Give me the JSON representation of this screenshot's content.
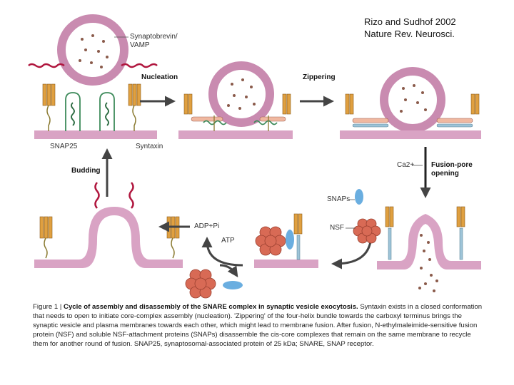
{
  "citation": {
    "line1": "Rizo and Sudhof 2002",
    "line2": "Nature Rev. Neurosci."
  },
  "labels": {
    "synaptobrevin": "Synaptobrevin/",
    "vamp": "VAMP",
    "nucleation": "Nucleation",
    "zippering": "Zippering",
    "snap25": "SNAP25",
    "syntaxin": "Syntaxin",
    "budding": "Budding",
    "ca": "Ca2+",
    "fusion_pore_1": "Fusion-pore",
    "fusion_pore_2": "opening",
    "snaps": "SNAPs",
    "nsf": "NSF",
    "adp": "ADP+Pi",
    "atp": "ATP"
  },
  "caption": {
    "figure_label": "Figure 1 |",
    "title": "Cycle of assembly and disassembly of the SNARE complex in synaptic vesicle exocytosis.",
    "text": "Syntaxin exists in a closed conformation that needs to open to initiate core-complex assembly (nucleation). 'Zippering' of the four-helix bundle towards the carboxyl terminus brings the synaptic vesicle and plasma membranes towards each other, which might lead to membrane fusion. After fusion, N-ethylmaleimide-sensitive fusion protein (NSF) and soluble NSF-attachment proteins (SNAPs) disassemble the cis-core complexes that remain on the same membrane to recycle them for another round of fusion. SNAP25, synaptosomal-associated protein of 25 kDa; SNARE, SNAP receptor."
  },
  "colors": {
    "vesicle_membrane": "#c98bb0",
    "vesicle_lumen": "#ffffff",
    "plasma_membrane": "#d9a3c4",
    "synaptobrevin": "#b0163e",
    "syntaxin": "#e0a040",
    "snap25_helix": "#3d8a5a",
    "nsf": "#d86a55",
    "snap_protein": "#6aaee0",
    "arrow": "#444444",
    "neurotransmitter": "#8a5a4a"
  }
}
